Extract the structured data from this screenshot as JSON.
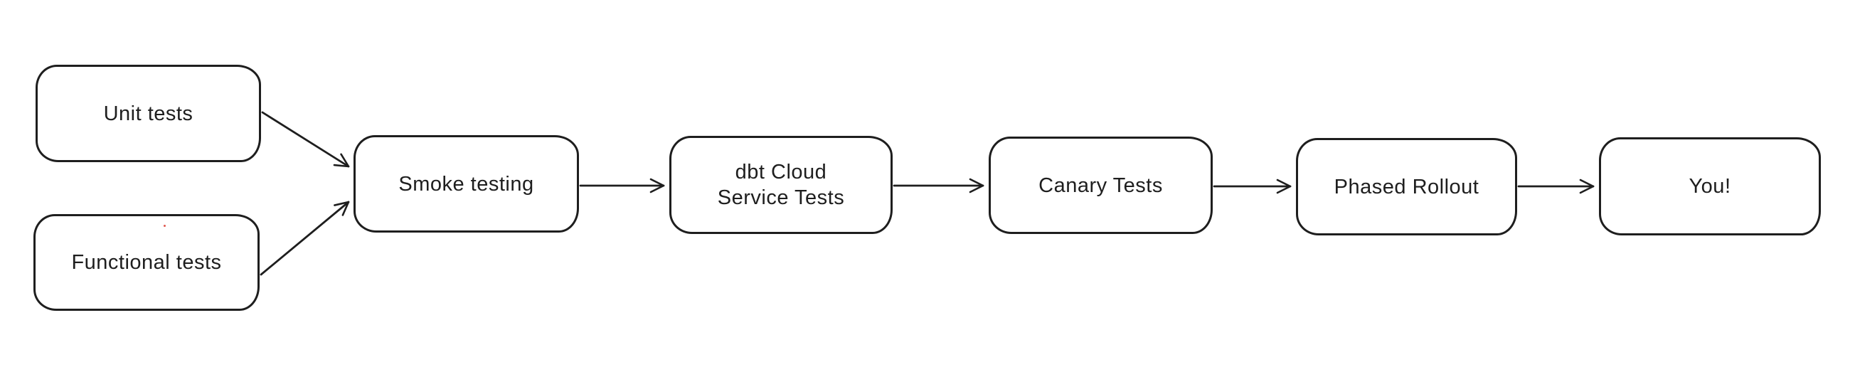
{
  "diagram": {
    "colors": {
      "background": "#ffffff",
      "stroke": "#1e1e1e",
      "node_fill": "#ffffff",
      "artifact_dot": "#e0574f"
    },
    "nodes": [
      {
        "id": "unit-tests",
        "label": "Unit tests"
      },
      {
        "id": "functional-tests",
        "label": "Functional tests"
      },
      {
        "id": "smoke-testing",
        "label": "Smoke testing"
      },
      {
        "id": "dbt-cloud-service-tests",
        "label": "dbt Cloud Service Tests",
        "label_lines": [
          "dbt Cloud",
          "Service Tests"
        ]
      },
      {
        "id": "canary-tests",
        "label": "Canary Tests"
      },
      {
        "id": "phased-rollout",
        "label": "Phased Rollout"
      },
      {
        "id": "you",
        "label": "You!"
      }
    ],
    "edges": [
      {
        "from": "unit-tests",
        "to": "smoke-testing"
      },
      {
        "from": "functional-tests",
        "to": "smoke-testing"
      },
      {
        "from": "smoke-testing",
        "to": "dbt-cloud-service-tests"
      },
      {
        "from": "dbt-cloud-service-tests",
        "to": "canary-tests"
      },
      {
        "from": "canary-tests",
        "to": "phased-rollout"
      },
      {
        "from": "phased-rollout",
        "to": "you"
      }
    ]
  }
}
